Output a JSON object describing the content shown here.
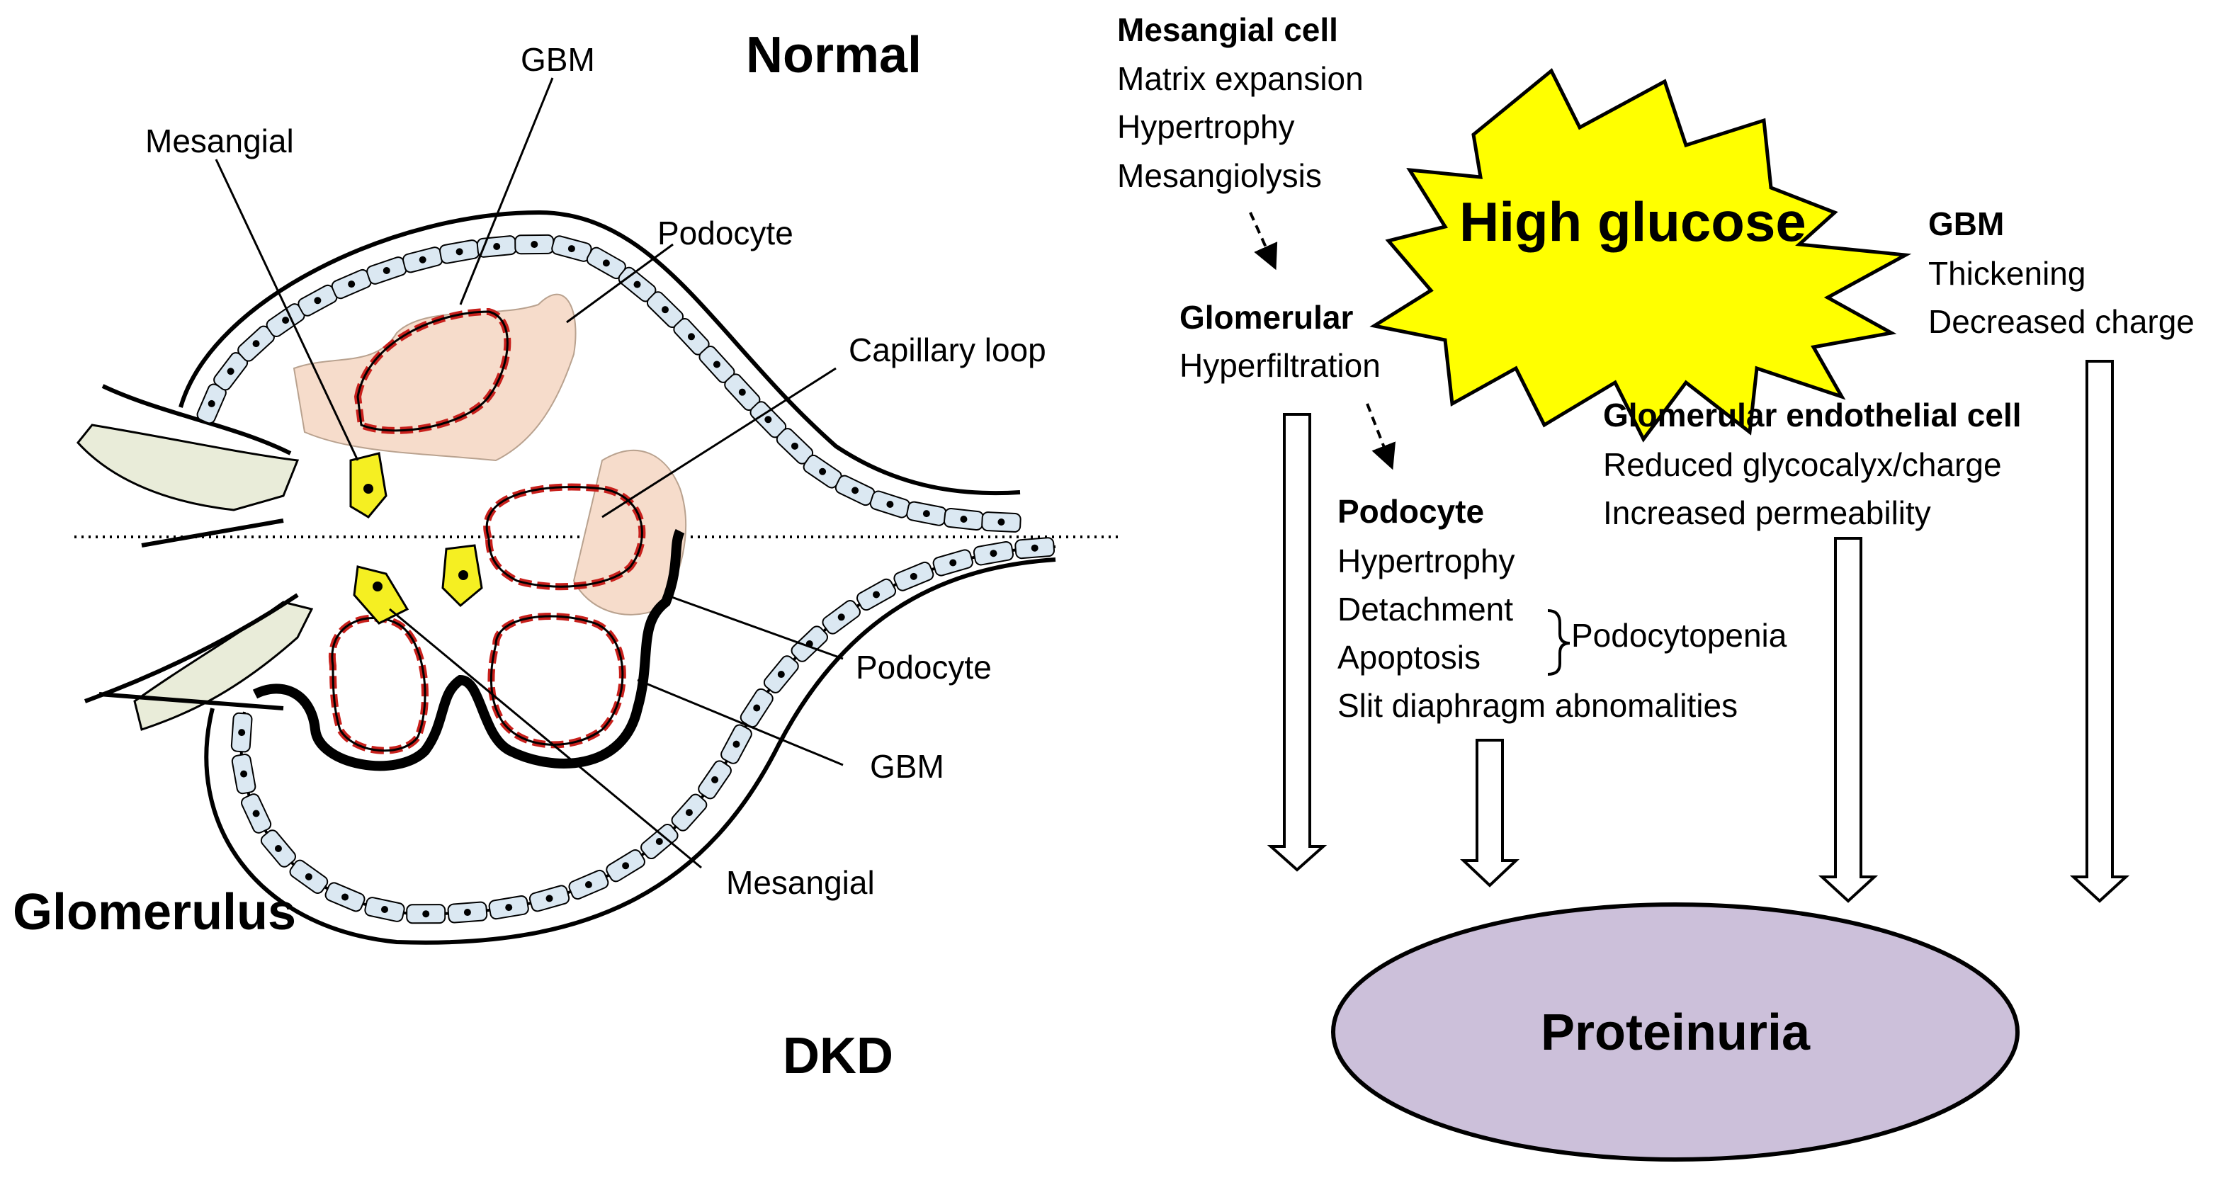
{
  "schematic": {
    "normal_title": "Normal",
    "dkd_title": "DKD",
    "glomerulus_title": "Glomerulus",
    "labels": {
      "gbm_top": "GBM",
      "mesangial_top": "Mesangial",
      "podocyte_top": "Podocyte",
      "capillary_loop": "Capillary loop",
      "podocyte_bottom": "Podocyte",
      "gbm_bottom": "GBM",
      "mesangial_bottom": "Mesangial"
    }
  },
  "pathway": {
    "trigger": "High glucose",
    "mesangial": {
      "heading": "Mesangial cell",
      "items": [
        "Matrix expansion",
        "Hypertrophy",
        "Mesangiolysis"
      ]
    },
    "glomerular": {
      "heading": "Glomerular",
      "items": [
        "Hyperfiltration"
      ]
    },
    "gbm": {
      "heading": "GBM",
      "items": [
        "Thickening",
        "Decreased charge"
      ]
    },
    "endothelial": {
      "heading": "Glomerular endothelial cell",
      "items": [
        "Reduced glycocalyx/charge",
        "Increased permeability"
      ]
    },
    "podocyte": {
      "heading": "Podocyte",
      "items": [
        "Hypertrophy",
        "Detachment",
        "Apoptosis",
        "Slit diaphragm abnomalities"
      ],
      "bracket_label": "Podocytopenia"
    },
    "outcome": "Proteinuria"
  },
  "colors": {
    "capsule_cell": "#dbe8f2",
    "tubule_cell": "#e9ecd9",
    "podocyte_fill": "#f6dccb",
    "capillary_red": "#c8201c",
    "mesangial_yellow": "#f5ef22",
    "burst_yellow": "#ffff00",
    "ellipse_fill": "#ccc0da"
  }
}
